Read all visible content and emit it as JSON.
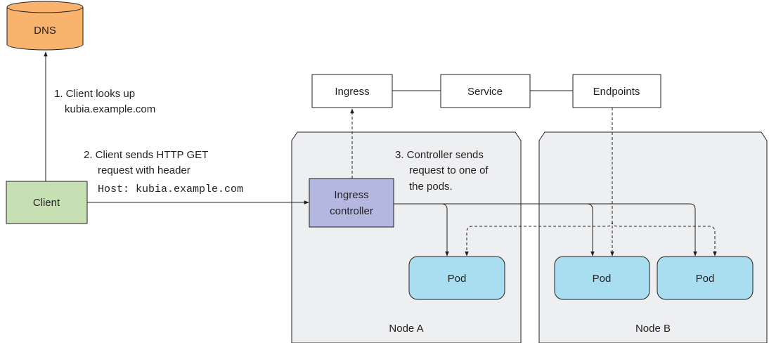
{
  "dns": {
    "label": "DNS"
  },
  "client": {
    "label": "Client"
  },
  "step1": {
    "line1": "1. Client looks up",
    "line2": "kubia.example.com"
  },
  "step2": {
    "line1": "2. Client sends HTTP GET",
    "line2": "request with header",
    "line3": "Host: kubia.example.com"
  },
  "step3": {
    "line1": "3. Controller sends",
    "line2": "request to one of",
    "line3": "the pods."
  },
  "ingress": {
    "label": "Ingress"
  },
  "service": {
    "label": "Service"
  },
  "endpoints": {
    "label": "Endpoints"
  },
  "ingress_controller": {
    "line1": "Ingress",
    "line2": "controller"
  },
  "pods": {
    "a1": "Pod",
    "b1": "Pod",
    "b2": "Pod"
  },
  "nodes": {
    "a": "Node A",
    "b": "Node B"
  },
  "colors": {
    "dns_fill": "#f9b36d",
    "client_fill": "#c6e0b4",
    "controller_fill": "#b4b8e0",
    "pod_fill": "#a9def0",
    "node_fill": "#eeeff1",
    "stroke": "#231f20"
  }
}
